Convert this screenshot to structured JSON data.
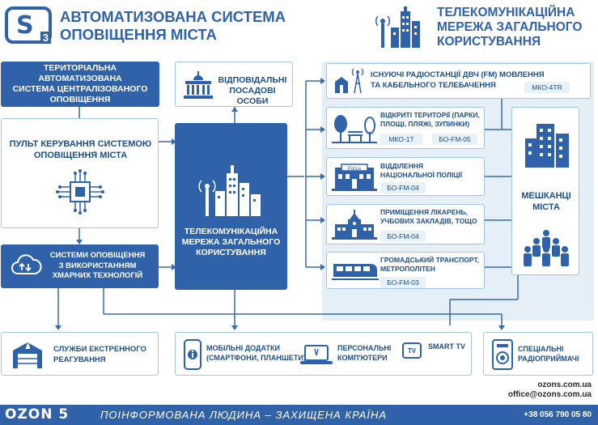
{
  "header": {
    "logo_letter": "S",
    "logo_sub": "3",
    "title_line1": "АВТОМАТИЗОВАНА СИСТЕМА",
    "title_line2": "ОПОВІЩЕННЯ МІСТА",
    "right_title_line1": "ТЕЛЕКОМУНІКАЦІЙНА",
    "right_title_line2": "МЕРЕЖА ЗАГАЛЬНОГО",
    "right_title_line3": "КОРИСТУВАННЯ"
  },
  "left": {
    "territorial_line1": "ТЕРИТОРІАЛЬНА АВТОМАТИЗОВАНА",
    "territorial_line2": "СИСТЕМА ЦЕНТРАЛІЗОВАНОГО",
    "territorial_line3": "ОПОВІЩЕННЯ",
    "console_line1": "ПУЛЬТ КЕРУВАННЯ СИСТЕМОЮ",
    "console_line2": "ОПОВІЩЕННЯ МІСТА",
    "cloud_line1": "СИСТЕМИ ОПОВІЩЕННЯ",
    "cloud_line2": "З ВИКОРИСТАННЯМ",
    "cloud_line3": "ХМАРНИХ ТЕХНОЛОГІЙ"
  },
  "officials_line1": "ВІДПОВІДАЛЬНІ",
  "officials_line2": "ПОСАДОВІ ОСОБИ",
  "network_line1": "ТЕЛЕКОМУНІКАЦІЙНА",
  "network_line2": "МЕРЕЖА ЗАГАЛЬНОГО",
  "network_line3": "КОРИСТУВАННЯ",
  "radio": {
    "line1": "ІСНУЮЧІ РАДІОСТАНЦІЇ ДВЧ (FM) МОВЛЕННЯ",
    "line2": "ТА КАБЕЛЬНОГО ТЕЛЕБАЧЕННЯ",
    "code": "МКО-4TR"
  },
  "targets": [
    {
      "line1": "ВІДКРИТІ ТЕРИТОРІЇ (ПАРКИ,",
      "line2": "ПЛОЩІ, ПЛЯЖІ, ЗУПИНКИ)",
      "codes": [
        "МКО-1T",
        "БО-FM-05"
      ]
    },
    {
      "line1": "ВІДДІЛЕННЯ",
      "line2": "НАЦІОНАЛЬНОЇ ПОЛІЦІЇ",
      "codes": [
        "БО-FM-04"
      ],
      "sign": "Police"
    },
    {
      "line1": "ПРИМІЩЕННЯ ЛІКАРЕНЬ,",
      "line2": "УЧБОВИХ ЗАКЛАДІВ, ТОЩО",
      "codes": [
        "БО-FM-04"
      ]
    },
    {
      "line1": "ГРОМАДСЬКИЙ ТРАНСПОРТ,",
      "line2": "МЕТРОПОЛІТЕН",
      "codes": [
        "БО-FM-03"
      ]
    }
  ],
  "residents_line1": "МЕШКАНЦІ",
  "residents_line2": "МІСТА",
  "bottom": {
    "emergency_line1": "СЛУЖБИ ЕКСТРЕННОГО",
    "emergency_line2": "РЕАГУВАННЯ",
    "mobile_line1": "МОБІЛЬНІ ДОДАТКИ",
    "mobile_line2": "(СМАРТФОНИ, ПЛАНШЕТИ)",
    "pc_line1": "ПЕРСОНАЛЬНІ",
    "pc_line2": "КОМП'ЮТЕРИ",
    "tv_icon_text": "TV",
    "tv_label": "SMART TV",
    "radio_line1": "СПЕЦІАЛЬНІ",
    "radio_line2": "РАДІОПРИЙМАЧІ"
  },
  "contacts": {
    "site": "ozons.com.ua",
    "email": "office@ozons.com.ua",
    "phone": "+38 056 790 05 80"
  },
  "footer": {
    "brand": "OZON 5",
    "slogan": "ПОІНФОРМОВАНА ЛЮДИНА – ЗАХИЩЕНА КРАЇНА"
  },
  "colors": {
    "primary": "#2f62a8",
    "light": "#dbe9f4",
    "border": "#9fc7df"
  }
}
